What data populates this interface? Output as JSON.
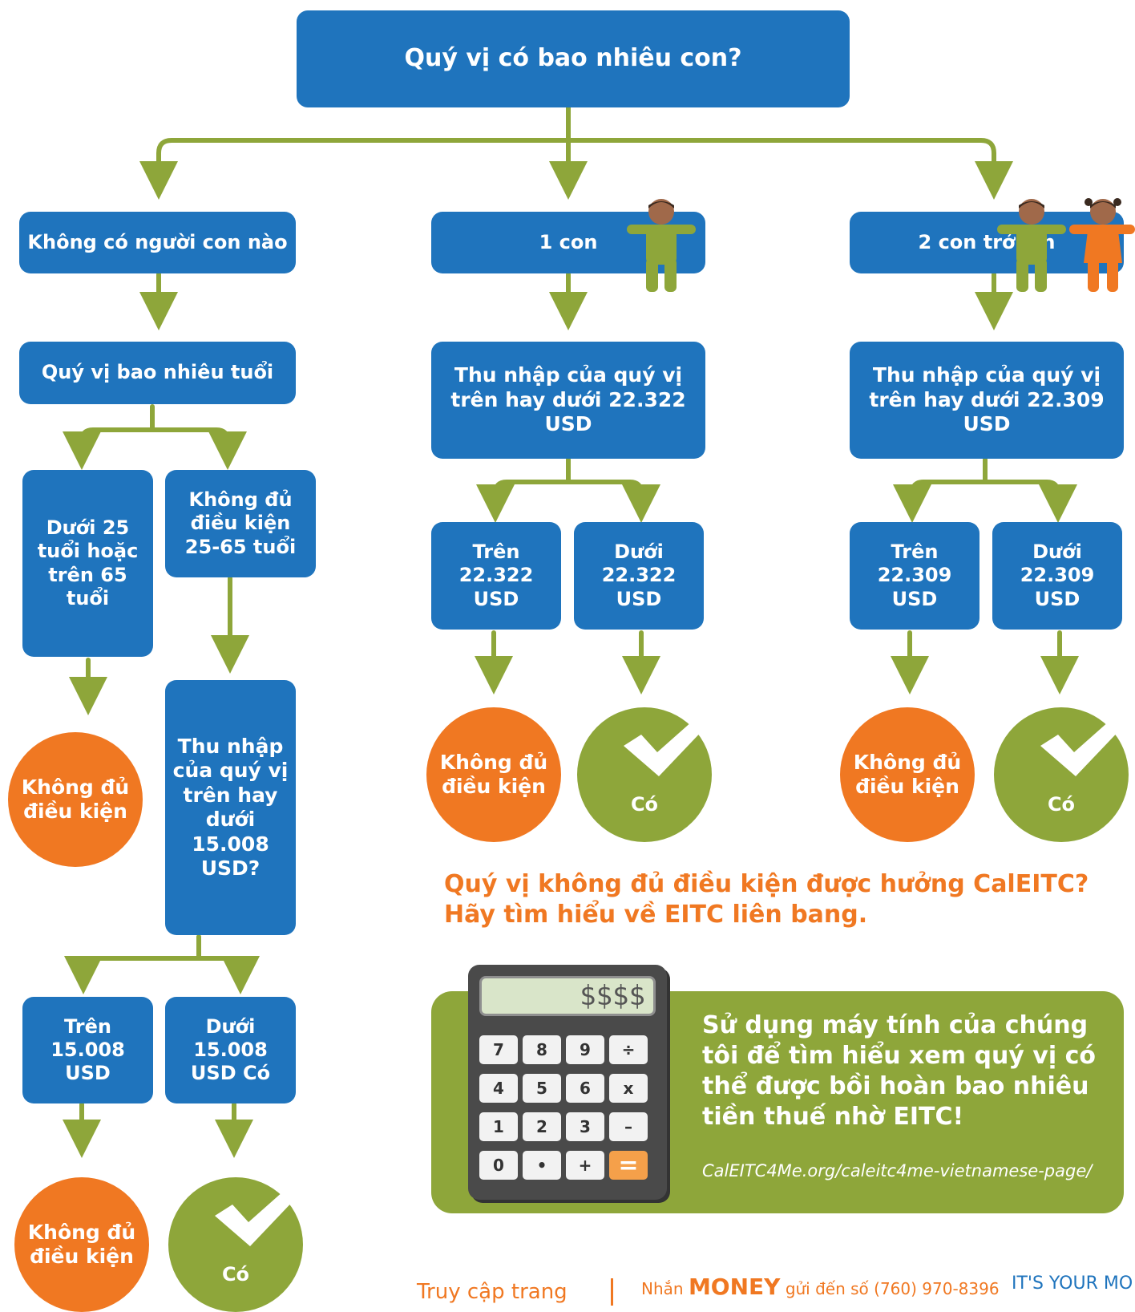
{
  "question": "Quý vị có bao nhiêu con?",
  "branches": {
    "none": {
      "label": "Không có người con nào",
      "age_question": "Quý vị bao nhiêu tuổi",
      "under25_over65": "Dưới 25 tuổi hoặc trên 65 tuổi",
      "age_25_65": "Không đủ điều kiện 25-65 tuổi",
      "income_question": "Thu nhập của quý vị trên hay dưới 15.008 USD?",
      "above": "Trên 15.008 USD",
      "below": "Dưới 15.008 USD Có"
    },
    "one": {
      "label": "1 con",
      "income_question": "Thu nhập của quý vị trên hay dưới 22.322 USD",
      "above": "Trên 22.322 USD",
      "below": "Dưới 22.322 USD"
    },
    "two_plus": {
      "label": "2 con trở lên",
      "income_question": "Thu nhập của quý vị trên hay dưới 22.309 USD",
      "above": "Trên 22.309 USD",
      "below": "Dưới 22.309 USD"
    }
  },
  "results": {
    "not_eligible": "Không đủ điều kiện",
    "yes": "Có"
  },
  "federal_note": "Quý vị không đủ điều kiện được hưởng CalEITC? Hãy tìm hiểu về EITC liên bang.",
  "promo": {
    "text": "Sử dụng máy tính của chúng tôi để tìm hiểu xem quý vị có thể được bồi hoàn bao nhiêu tiền thuế nhờ EITC!",
    "url": "CalEITC4Me.org/caleitc4me-vietnamese-page/"
  },
  "calculator": {
    "display": "$$$$",
    "keys": [
      "7",
      "8",
      "9",
      "÷",
      "4",
      "5",
      "6",
      "x",
      "1",
      "2",
      "3",
      "–",
      "0",
      "•",
      "+",
      "="
    ]
  },
  "footer": {
    "visit": "Truy cập trang",
    "text_prefix": "Nhắn",
    "text_keyword": "MONEY",
    "text_suffix": "gửi đến số (760) 970-8396",
    "slogan": "IT'S YOUR MO"
  },
  "colors": {
    "blue": "#1f74bd",
    "green": "#8ea63a",
    "orange": "#f07822"
  }
}
